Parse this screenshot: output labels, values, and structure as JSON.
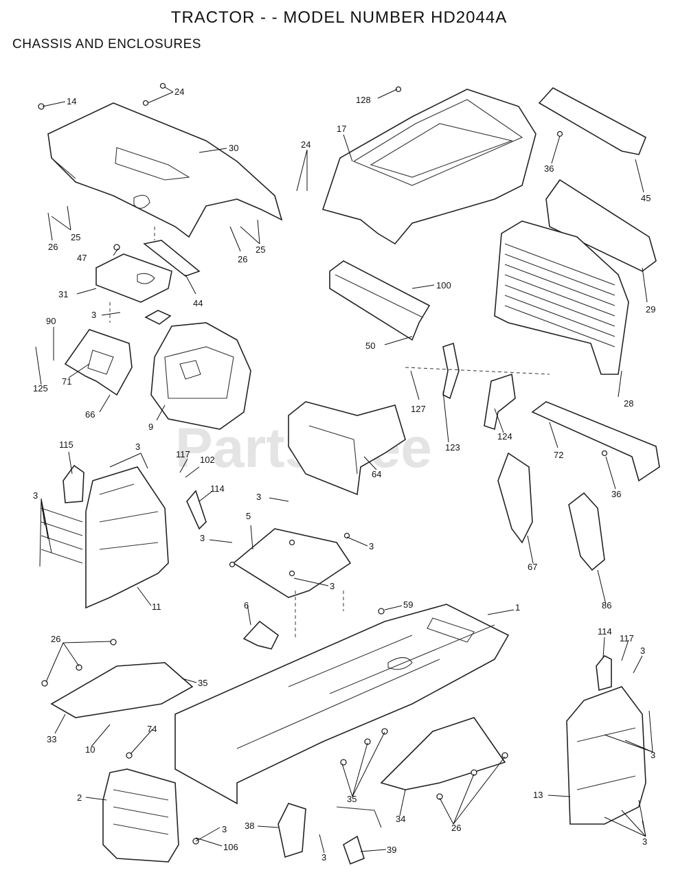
{
  "title": "TRACTOR - - MODEL NUMBER HD2044A",
  "subtitle": "CHASSIS AND ENCLOSURES",
  "watermark": "PartsTree",
  "callouts": [
    "14",
    "24",
    "30",
    "24",
    "26",
    "25",
    "26",
    "25",
    "47",
    "31",
    "44",
    "3",
    "90",
    "125",
    "71",
    "66",
    "9",
    "128",
    "17",
    "36",
    "45",
    "100",
    "50",
    "29",
    "127",
    "123",
    "124",
    "28",
    "72",
    "36",
    "64",
    "115",
    "3",
    "117",
    "102",
    "114",
    "3",
    "3",
    "5",
    "3",
    "3",
    "3",
    "11",
    "67",
    "86",
    "6",
    "59",
    "1",
    "26",
    "35",
    "33",
    "10",
    "74",
    "2",
    "3",
    "106",
    "38",
    "3",
    "39",
    "35",
    "34",
    "26",
    "114",
    "117",
    "3",
    "3",
    "13",
    "3"
  ]
}
